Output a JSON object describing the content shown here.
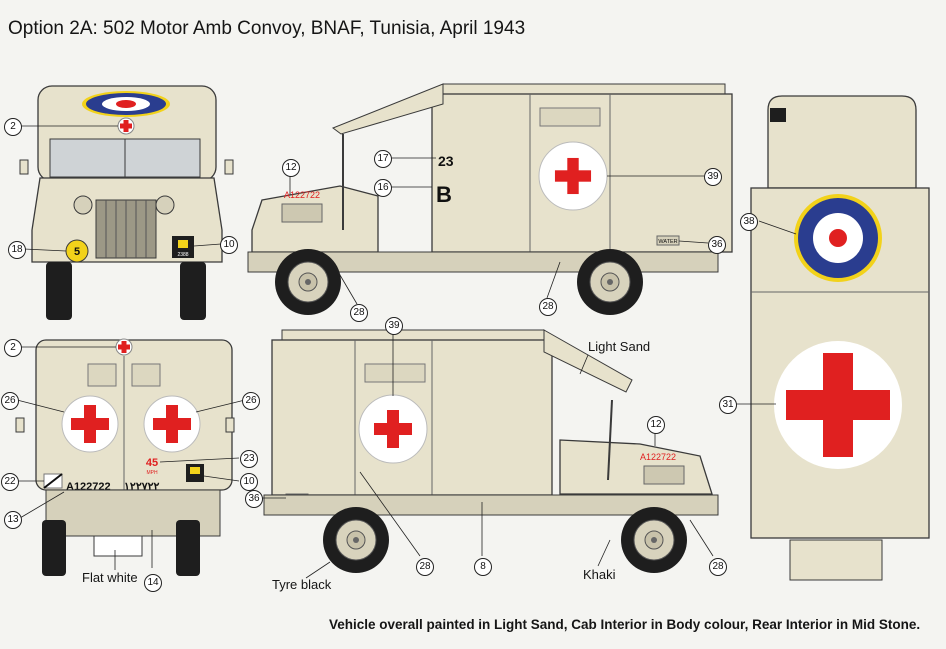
{
  "title": "Option 2A: 502 Motor Amb Convoy, BNAF, Tunisia, April 1943",
  "footer": "Vehicle overall painted in  Light Sand, Cab Interior in Body colour, Rear Interior in Mid Stone.",
  "labels": {
    "light_sand": "Light Sand",
    "flat_white": "Flat white",
    "tyre_black": "Tyre black",
    "khaki": "Khaki"
  },
  "markings": {
    "number_23": "23",
    "letter_b": "B",
    "registration": "A122722",
    "speed_45": "45",
    "speed_mph": "MPH",
    "water": "WATER",
    "plate_5": "5",
    "plate_2388": "2388",
    "registration_arabic": "١٢٢٧٢٢"
  },
  "callouts": {
    "c2a": "2",
    "c18": "18",
    "c10a": "10",
    "c12a": "12",
    "c17": "17",
    "c16": "16",
    "c39a": "39",
    "c36a": "36",
    "c28a": "28",
    "c28b": "28",
    "c38": "38",
    "c31": "31",
    "c2b": "2",
    "c26a": "26",
    "c26b": "26",
    "c23": "23",
    "c22": "22",
    "c10b": "10",
    "c13": "13",
    "c14": "14",
    "c39b": "39",
    "c12b": "12",
    "c36b": "36",
    "c28c": "28",
    "c8": "8",
    "c28d": "28"
  },
  "colors": {
    "light_sand": "#e7e2cc",
    "outline": "#3a3a3a",
    "red_cross": "#e02020",
    "roundel_blue": "#2a3d8f",
    "roundel_yellow": "#f2d21a",
    "tyre": "#1e1e1e",
    "hub": "#d8d3bd"
  }
}
